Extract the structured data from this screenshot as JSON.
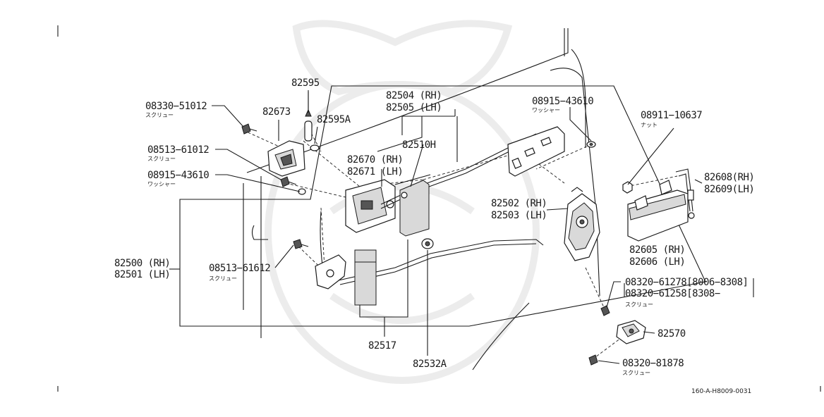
{
  "labels": {
    "p08330": "08330−51012",
    "p08330_sub": "スクリュー",
    "p82673": "82673",
    "p82595": "82595",
    "p82595a": "82595A",
    "p82504": "82504 (RH)",
    "p82505": "82505 (LH)",
    "p08915a": "08915−43610",
    "p08915a_sub": "ワッシャー",
    "p08911": "08911−10637",
    "p08911_sub": "ナット",
    "p08513a": "08513−61012",
    "p08513a_sub": "スクリュー",
    "p82670": "82670 (RH)",
    "p82671": "82671 (LH)",
    "p82510h": "82510H",
    "p08915b": "08915−43610",
    "p08915b_sub": "ワッシャー",
    "p82608": "82608(RH)",
    "p82609": "82609(LH)",
    "p82502": "82502 (RH)",
    "p82503": "82503 (LH)",
    "p82500": "82500 (RH)",
    "p82501": "82501 (LH)",
    "p08513b": "08513−61612",
    "p08513b_sub": "スクリュー",
    "p82605": "82605 (RH)",
    "p82606": "82606 (LH)",
    "p08320a": "08320−61278[8006−8308]",
    "p08320b": "08320−61258[8308−",
    "p08320ab_sub": "スクリュー",
    "p82570": "82570",
    "p82517": "82517",
    "p82532a": "82532A",
    "p08320c": "08320−81878",
    "p08320c_sub": "スクリュー",
    "diagram_code": "160-A-H8009-0031"
  }
}
